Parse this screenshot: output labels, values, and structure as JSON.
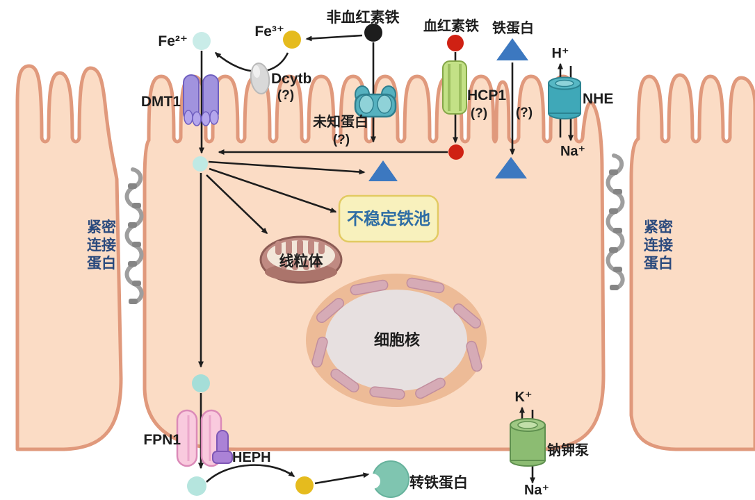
{
  "diagram": {
    "lumen": {
      "fe2": "Fe²⁺",
      "fe3": "Fe³⁺",
      "non_heme_iron": "非血红素铁",
      "heme_iron": "血红素铁",
      "ferritin": "铁蛋白",
      "h_ion": "H⁺",
      "na_ion": "Na⁺"
    },
    "transporters": {
      "dmt1": "DMT1",
      "dcytb": "Dcytb",
      "unknown_protein": "未知蛋白",
      "hcp1": "HCP1",
      "nhe": "NHE",
      "fpn1": "FPN1",
      "heph": "HEPH",
      "na_k_pump": "钠钾泵"
    },
    "question_mark": "(?)",
    "cytoplasm": {
      "labile_iron_pool": "不稳定铁池",
      "mitochondria": "线粒体",
      "nucleus": "细胞核"
    },
    "basolateral": {
      "transferrin": "转铁蛋白",
      "k_ion": "K⁺",
      "na_ion": "Na⁺"
    },
    "tight_junction": {
      "line1": "紧密",
      "line2": "连接",
      "line3": "蛋白"
    },
    "colors": {
      "cell_fill": "#fbdcc5",
      "membrane_stroke": "#e0997c",
      "ferritin_triangle": "#3c78c0",
      "fe2_dot": "#c9ece8",
      "fe3_dot": "#e5bb1e",
      "heme_dot": "#cf2113",
      "non_heme_dot": "#1d1d1d",
      "pool_fill": "#f8f1bd",
      "pool_border": "#e2ca62",
      "pool_text": "#2e6da4",
      "tight_junction_text": "#2b4a7d",
      "arrow": "#1d1d1d"
    }
  }
}
